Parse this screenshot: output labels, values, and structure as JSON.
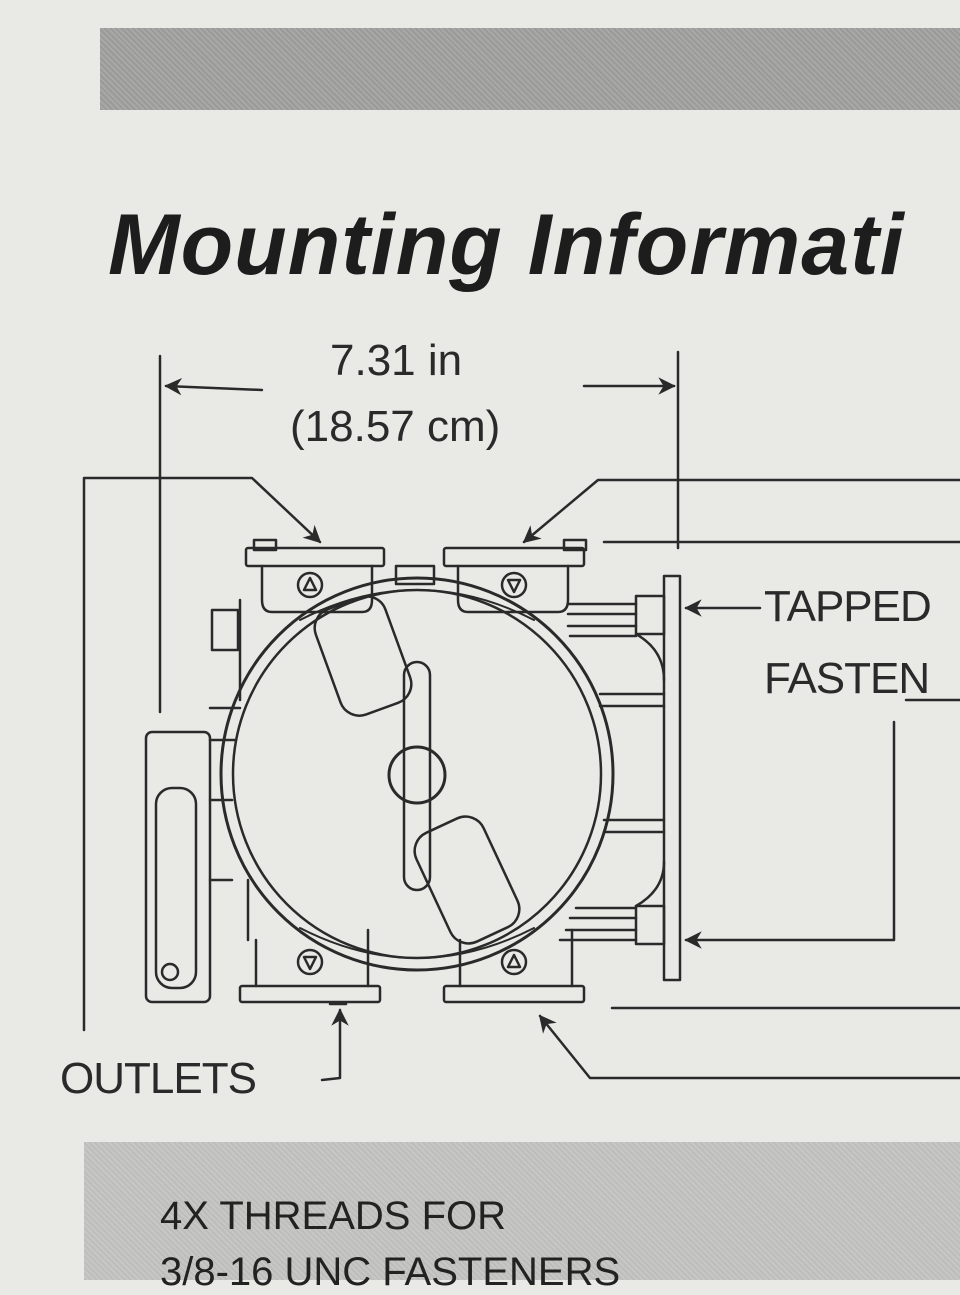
{
  "header": {
    "title": "Mounting Informati"
  },
  "dimension": {
    "value_in": "7.31 in",
    "value_cm": "(18.57 cm)"
  },
  "labels": {
    "tapped": "TAPPED",
    "fasten": "FASTEN",
    "outlets": "OUTLETS"
  },
  "note": {
    "line1": "4X THREADS FOR",
    "line2": "3/8-16 UNC FASTENERS"
  },
  "colors": {
    "ink": "#2a2a2a",
    "paper": "#e9e9e6",
    "band": "#a0a09e"
  }
}
